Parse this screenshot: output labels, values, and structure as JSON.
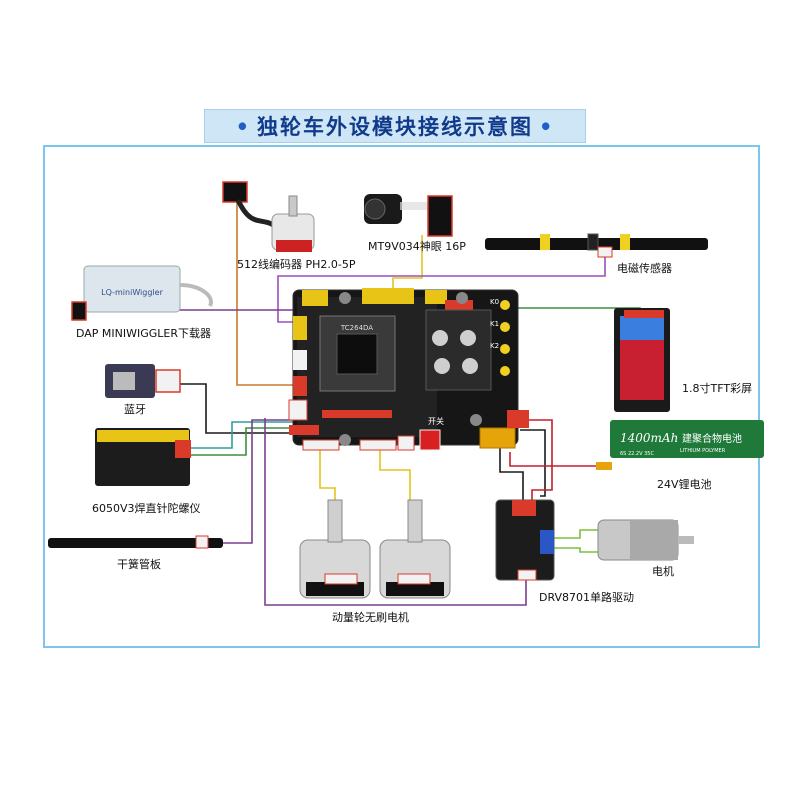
{
  "title": "独轮车外设模块接线示意图",
  "title_dot": "•",
  "board": {
    "chip_label": "TC264DA",
    "keys": [
      "K0",
      "K1",
      "K2"
    ],
    "switch_label": "开关"
  },
  "labels": {
    "encoder": "512线编码器 PH2.0-5P",
    "camera": "MT9V034神眼 16P",
    "em_sensor": "电磁传感器",
    "downloader": "DAP MINIWIGGLER下载器",
    "bluetooth": "蓝牙",
    "gyro": "6050V3焊直针陀螺仪",
    "reed": "干簧管板",
    "tft": "1.8寸TFT彩屏",
    "battery": "24V锂电池",
    "motor": "电机",
    "drv": "DRV8701单路驱动",
    "bldc": "动量轮无刷电机"
  },
  "battery_text": {
    "capacity": "1400mAh",
    "brand": "建聚合物电池",
    "type": "LITHIUM POLYMER",
    "spec": "6S 22.2V 35C"
  },
  "downloader_text": "LQ-miniWiggler",
  "colors": {
    "frame": "#7cc6ee",
    "title_text": "#123a8c",
    "wire_orange": "#c97a2a",
    "wire_purple": "#7a3e8f",
    "wire_green": "#3e8e3e",
    "wire_yellow": "#e3c41d",
    "wire_red": "#c2202a",
    "wire_black": "#1a1a1a",
    "wire_teal": "#2aa198"
  }
}
